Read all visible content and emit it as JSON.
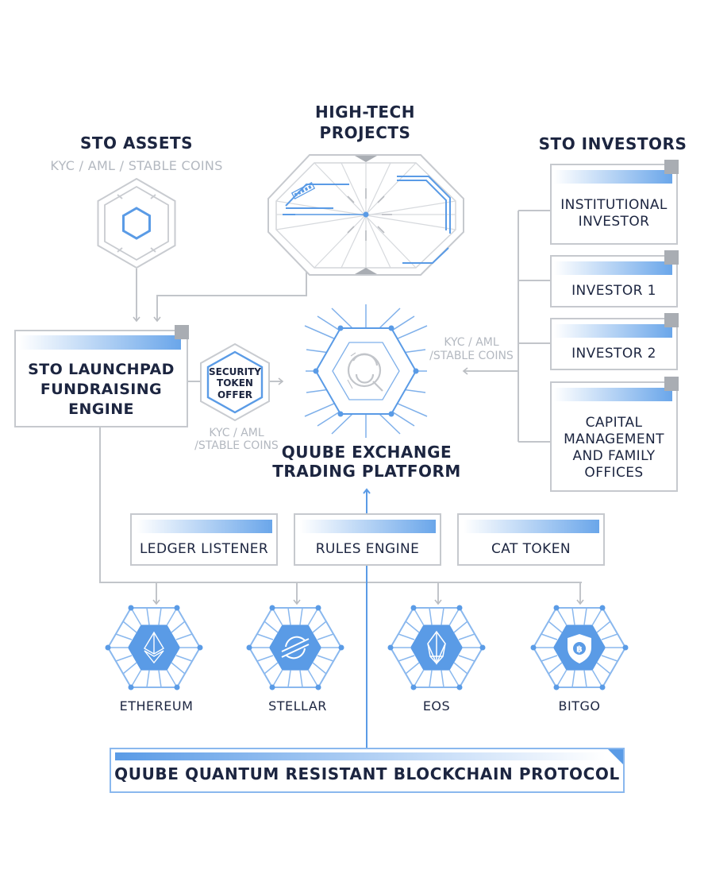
{
  "sto_assets": {
    "title": "STO ASSETS",
    "subtitle": "KYC / AML / STABLE COINS"
  },
  "high_tech": {
    "title_line1": "HIGH-TECH",
    "title_line2": "PROJECTS"
  },
  "sto_investors": {
    "title": "STO INVESTORS",
    "items": [
      {
        "line1": "INSTITUTIONAL",
        "line2": "INVESTOR"
      },
      {
        "line1": "INVESTOR 1"
      },
      {
        "line1": "INVESTOR 2"
      },
      {
        "line1": "CAPITAL",
        "line2": "MANAGEMENT",
        "line3": "AND FAMILY",
        "line4": "OFFICES"
      }
    ]
  },
  "launchpad": {
    "line1": "STO LAUNCHPAD",
    "line2": "FUNDRAISING",
    "line3": "ENGINE"
  },
  "security_token": {
    "line1": "SECURITY",
    "line2": "TOKEN",
    "line3": "OFFER"
  },
  "kyc_left": {
    "line1": "KYC / AML",
    "line2": "/STABLE COINS"
  },
  "kyc_right": {
    "line1": "KYC / AML",
    "line2": "/STABLE COINS"
  },
  "exchange": {
    "line1": "QUUBE EXCHANGE",
    "line2": "TRADING PLATFORM"
  },
  "modules": [
    {
      "label": "LEDGER LISTENER"
    },
    {
      "label": "RULES ENGINE"
    },
    {
      "label": "CAT TOKEN"
    }
  ],
  "chains": [
    {
      "label": "ETHEREUM",
      "icon": "ethereum-icon"
    },
    {
      "label": "STELLAR",
      "icon": "stellar-icon"
    },
    {
      "label": "EOS",
      "icon": "eos-icon"
    },
    {
      "label": "BITGO",
      "icon": "bitgo-icon"
    }
  ],
  "protocol": {
    "label": "QUUBE QUANTUM RESISTANT BLOCKCHAIN PROTOCOL"
  },
  "colors": {
    "navy": "#1c2540",
    "blue": "#5a9be6",
    "light_blue": "#8ab8ee",
    "gray_line": "#c2c5ca",
    "gray_text": "#b3b8c0"
  }
}
